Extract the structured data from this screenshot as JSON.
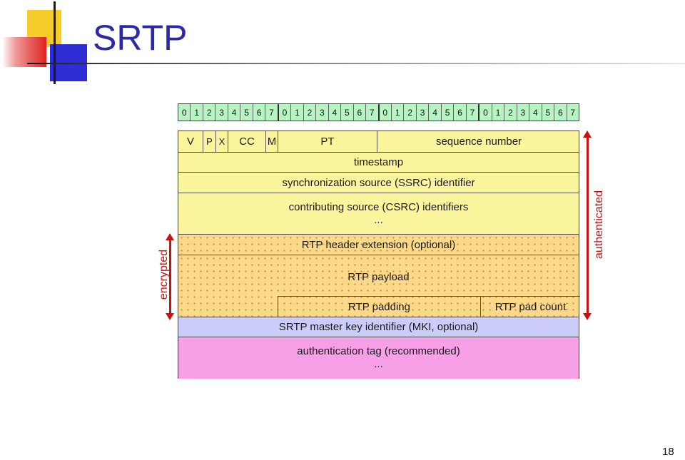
{
  "slide": {
    "title": "SRTP",
    "page_number": "18"
  },
  "bit_ruler": [
    "0",
    "1",
    "2",
    "3",
    "4",
    "5",
    "6",
    "7",
    "0",
    "1",
    "2",
    "3",
    "4",
    "5",
    "6",
    "7",
    "0",
    "1",
    "2",
    "3",
    "4",
    "5",
    "6",
    "7",
    "0",
    "1",
    "2",
    "3",
    "4",
    "5",
    "6",
    "7"
  ],
  "packet": {
    "header": {
      "v": "V",
      "p": "P",
      "x": "X",
      "cc": "CC",
      "m": "M",
      "pt": "PT",
      "seq": "sequence number"
    },
    "timestamp": "timestamp",
    "ssrc": "synchronization source (SSRC) identifier",
    "csrc": "contributing source (CSRC) identifiers",
    "csrc_more": "...",
    "extension": "RTP header extension (optional)",
    "payload": "RTP payload",
    "padding": "RTP padding",
    "pad_count": "RTP pad count",
    "mki": "SRTP master key identifier (MKI, optional)",
    "auth_tag": "authentication tag (recommended)",
    "auth_more": "..."
  },
  "annotations": {
    "encrypted": "encrypted",
    "authenticated": "authenticated"
  },
  "colors": {
    "title": "#2a2aa8",
    "ruler": "#b8f4c2",
    "header": "#fbf59e",
    "encrypted_area": "#fbd88a",
    "mki": "#ccccf9",
    "auth_tag": "#f7a0e8",
    "arrow": "#cc1010"
  }
}
